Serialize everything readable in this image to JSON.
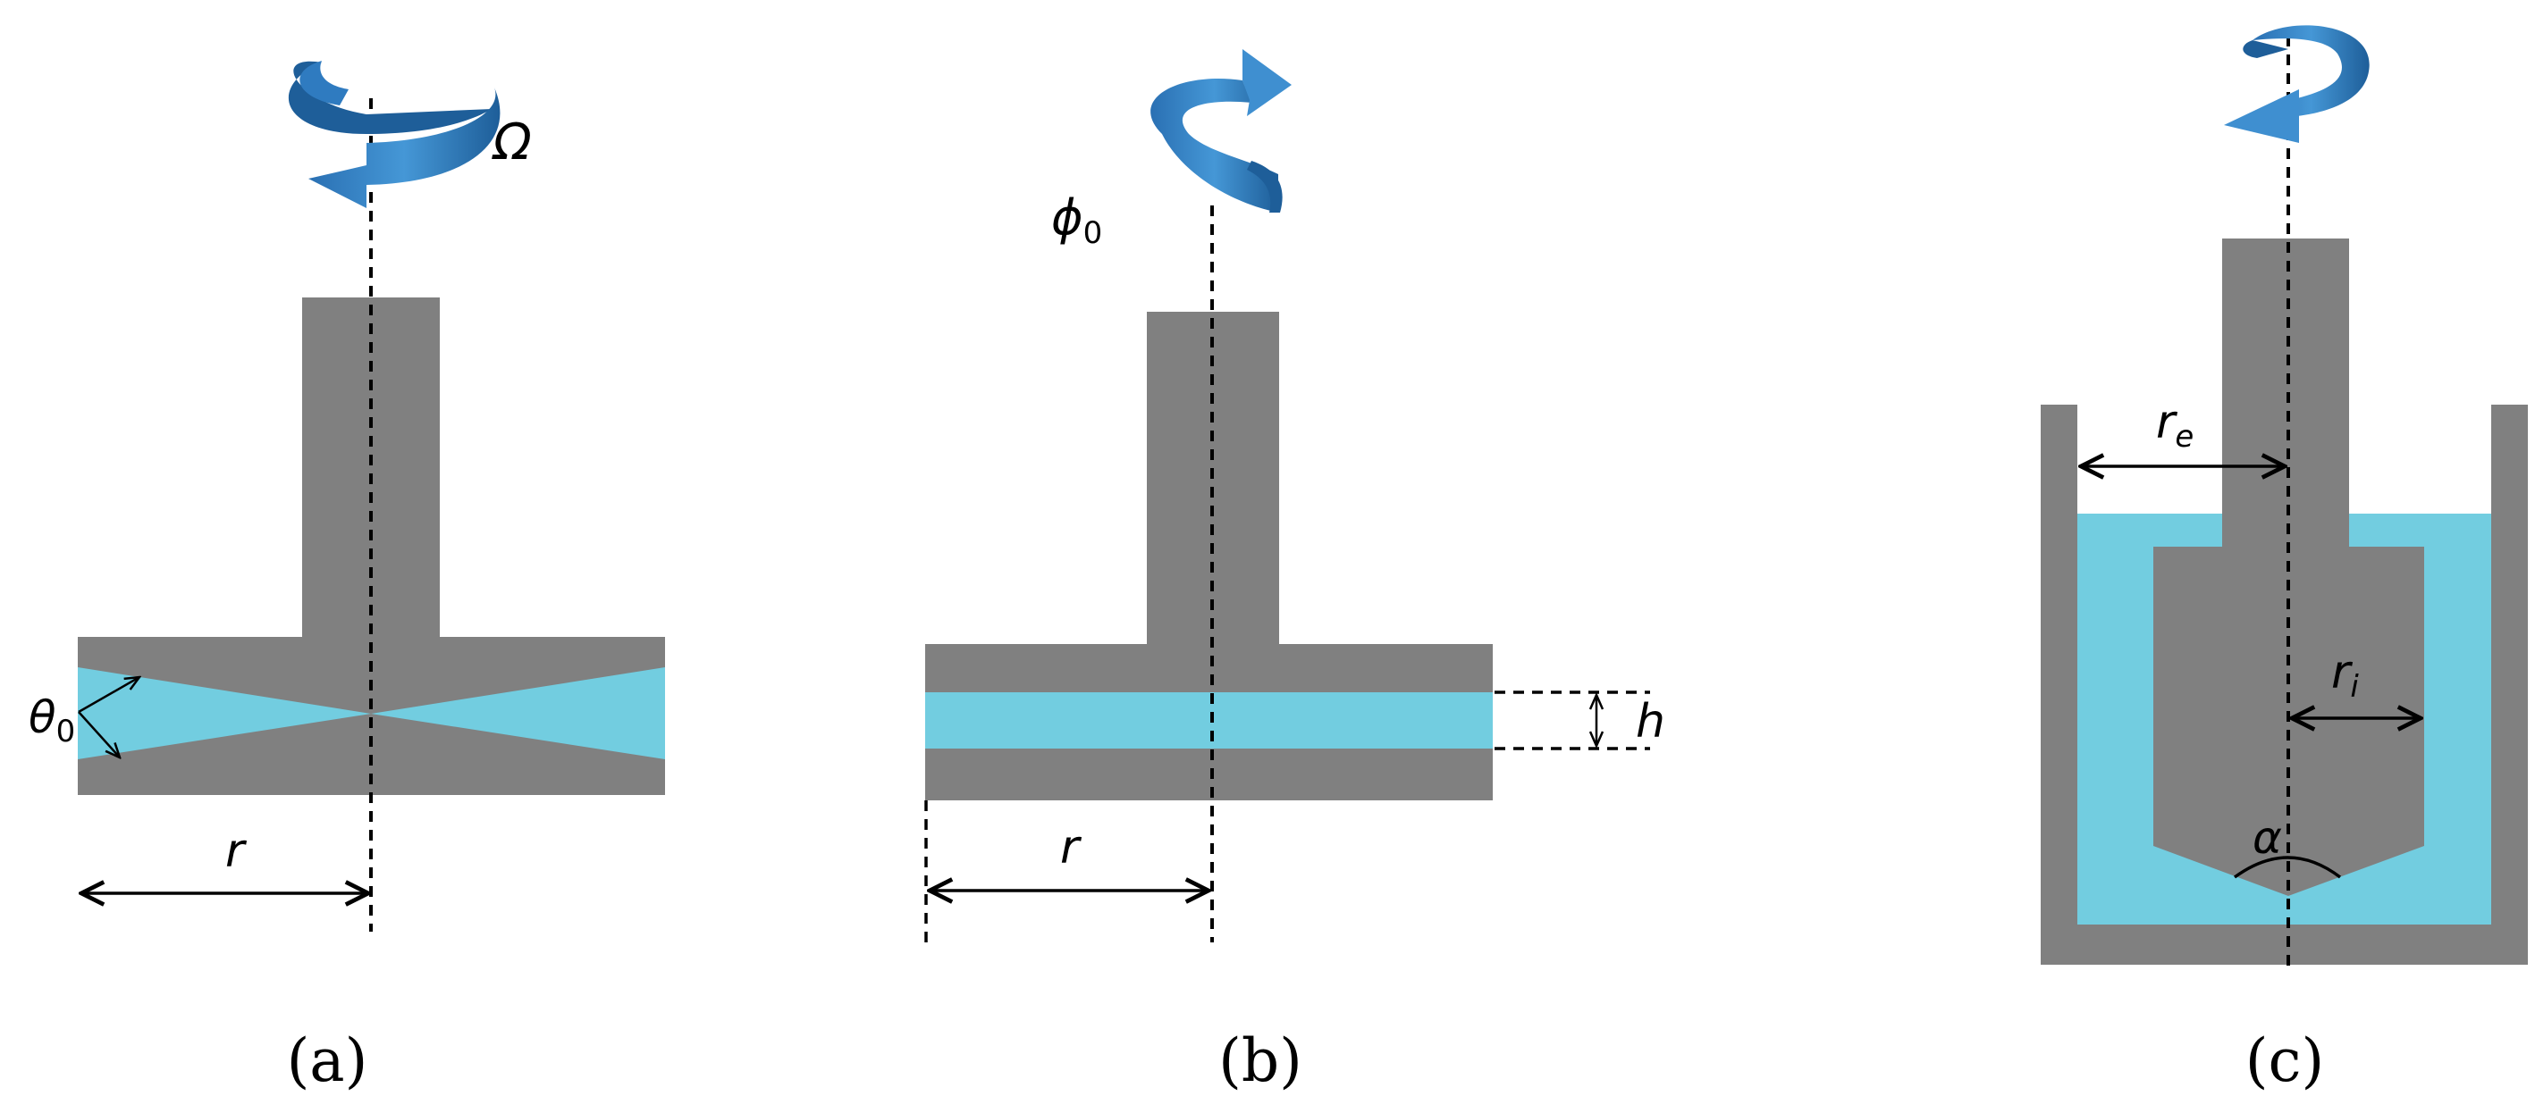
{
  "panels": [
    {
      "id": "a",
      "caption": "(a)",
      "labels": {
        "rotation": "Ω",
        "angle": "θ",
        "angle_sub": "0",
        "radius": "r"
      }
    },
    {
      "id": "b",
      "caption": "(b)",
      "labels": {
        "rotation": "ϕ",
        "rotation_sub": "0",
        "radius": "r",
        "gap": "h"
      }
    },
    {
      "id": "c",
      "caption": "(c)",
      "labels": {
        "outer_radius": "r",
        "outer_radius_sub": "e",
        "inner_radius": "r",
        "inner_radius_sub": "i",
        "cone_angle": "α"
      }
    }
  ],
  "colors": {
    "solid": "#808080",
    "fluid": "#72cde0",
    "arrow_light": "#3f8fd0",
    "arrow_dark": "#1f5f9a"
  }
}
